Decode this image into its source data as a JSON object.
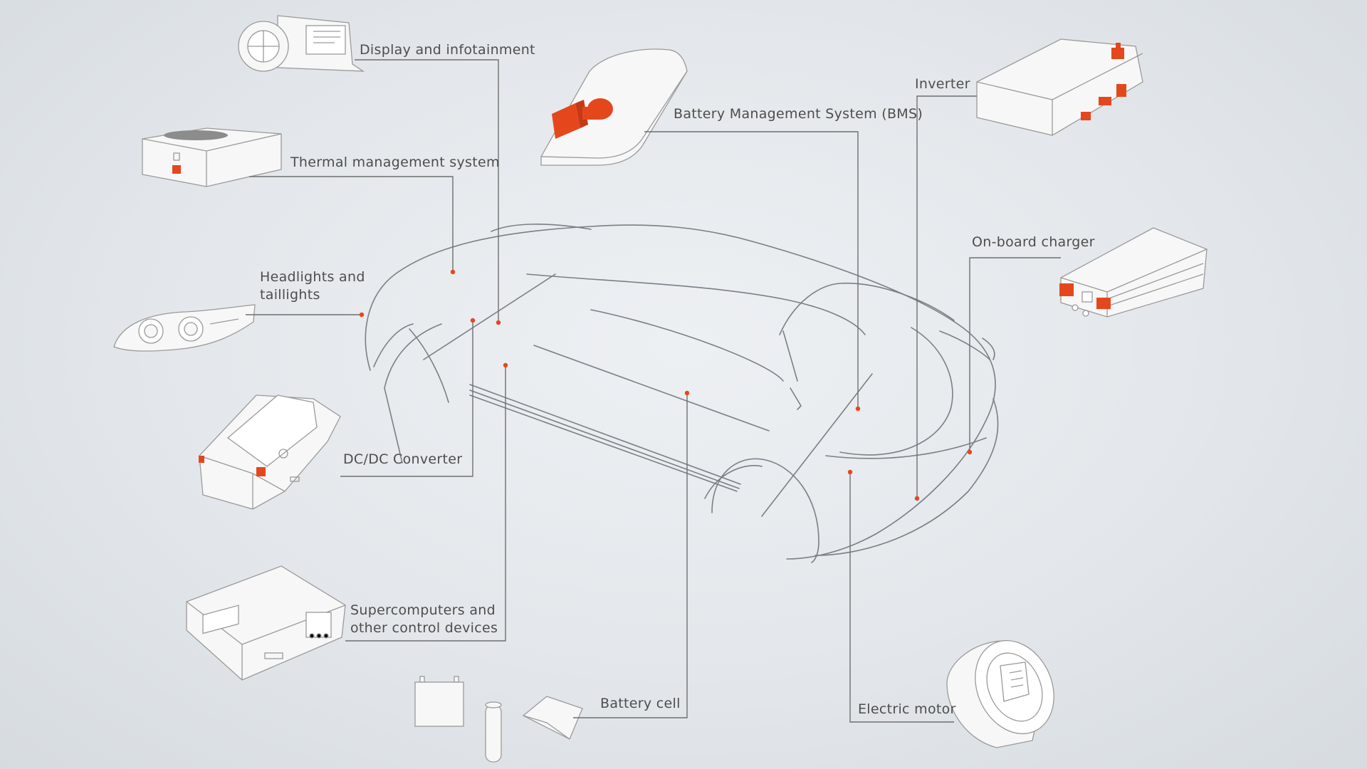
{
  "colors": {
    "accent": "#e5471c",
    "leader_line": "#6f6f6f",
    "car_outline": "#7a7f86",
    "component_fill": "#f7f7f7",
    "component_stroke": "#9a9a9a",
    "label_text": "#4d4d4d"
  },
  "components": [
    {
      "id": "display",
      "label": "Display and infotainment"
    },
    {
      "id": "thermal",
      "label": "Thermal management system"
    },
    {
      "id": "headlights",
      "label": "Headlights and taillights"
    },
    {
      "id": "dcdc",
      "label": "DC/DC Converter"
    },
    {
      "id": "supercomputers",
      "label": "Supercomputers and other control devices"
    },
    {
      "id": "battery_cell",
      "label": "Battery cell"
    },
    {
      "id": "bms",
      "label": "Battery Management System (BMS)"
    },
    {
      "id": "inverter",
      "label": "Inverter"
    },
    {
      "id": "onboard_charger",
      "label": "On-board charger"
    },
    {
      "id": "electric_motor",
      "label": "Electric motor"
    }
  ]
}
